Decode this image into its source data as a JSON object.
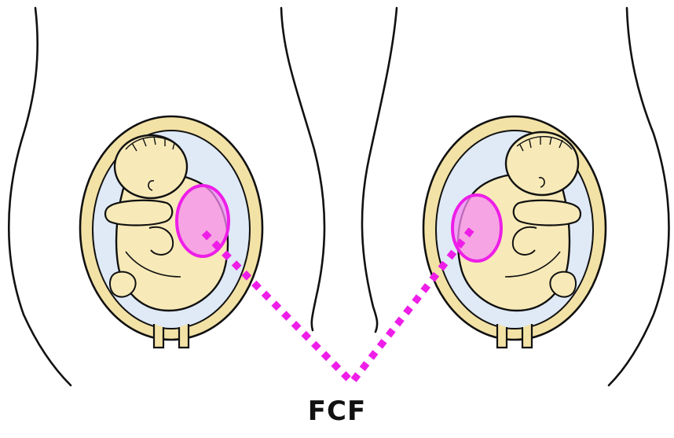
{
  "figure": {
    "label": "FCF",
    "colors": {
      "outline": "#111111",
      "uterus_wall": "#f3e2a6",
      "amniotic_fluid": "#dfeaf6",
      "fetus_skin": "#f7eab8",
      "heart_zone_fill": "#f58cf2",
      "heart_zone_stroke": "#ee1ee8",
      "dotted_line": "#ee1ee8"
    },
    "icons": [
      "pregnant-abdomen-left",
      "pregnant-abdomen-right",
      "fetal-heart-zone-marker"
    ]
  }
}
